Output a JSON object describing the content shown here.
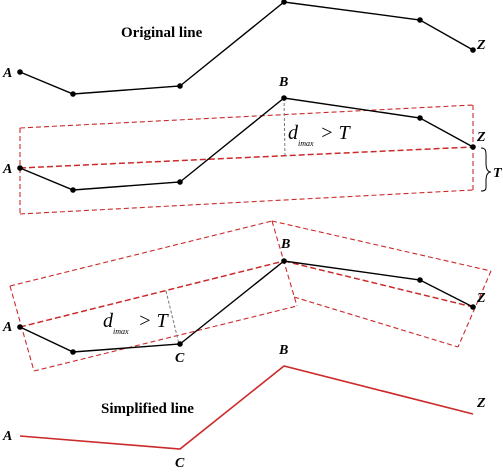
{
  "captions": {
    "original": "Original line",
    "simplified": "Simplified line"
  },
  "points": {
    "a": "A",
    "b": "B",
    "c": "C",
    "z": "Z"
  },
  "annotation": {
    "d": "d",
    "sub": "imax",
    "rel": "> T",
    "t": "T"
  },
  "colors": {
    "polyline": "#000000",
    "band": "#cc2a2a",
    "simplified": "#cc2a2a"
  }
}
